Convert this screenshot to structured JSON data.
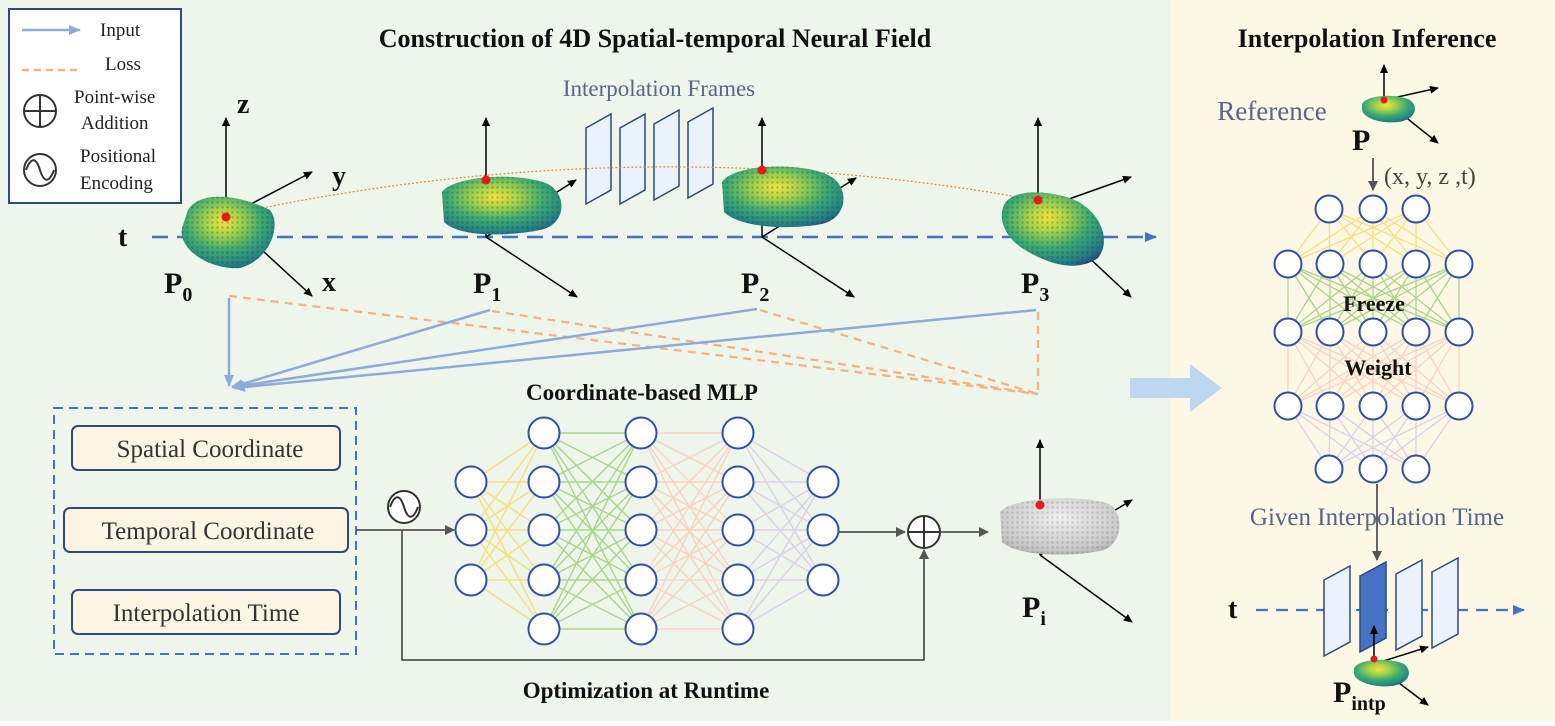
{
  "legend": {
    "input": "Input",
    "loss": "Loss",
    "addition_l1": "Point-wise",
    "addition_l2": "Addition",
    "encoding_l1": "Positional",
    "encoding_l2": "Encoding"
  },
  "construction": {
    "title": "Construction of 4D Spatial-temporal Neural Field",
    "interp_frames": "Interpolation Frames",
    "axes": {
      "z": "z",
      "y": "y",
      "x": "x",
      "t": "t"
    },
    "p0": {
      "base": "P",
      "sub": "0"
    },
    "p1": {
      "base": "P",
      "sub": "1"
    },
    "p2": {
      "base": "P",
      "sub": "2"
    },
    "p3": {
      "base": "P",
      "sub": "3"
    },
    "pi": {
      "base": "P",
      "sub": "i"
    },
    "mlp_title": "Coordinate-based MLP",
    "runtime": "Optimization at Runtime",
    "inputs": [
      "Spatial Coordinate",
      "Temporal Coordinate",
      "Interpolation Time"
    ]
  },
  "inference": {
    "title": "Interpolation Inference",
    "reference": "Reference",
    "p": "P",
    "coords": "(x, y, z ,t)",
    "freeze": "Freeze",
    "weight": "Weight",
    "given_time": "Given Interpolation Time",
    "t": "t",
    "p_intp": {
      "base": "P",
      "sub": "intp"
    }
  },
  "colors": {
    "left_bg": "#eef5ea",
    "right_bg": "#fdf7e6",
    "input_line": "#8eaadb",
    "loss_line": "#f4b183",
    "node_stroke": "#2f4fa8",
    "box_stroke": "#2e4a7a",
    "frame_fill": "#eaf3fb",
    "frame_active": "#4472c4"
  },
  "icons": [
    "plus-circle-icon",
    "sine-circle-icon",
    "arrow-right-icon"
  ]
}
